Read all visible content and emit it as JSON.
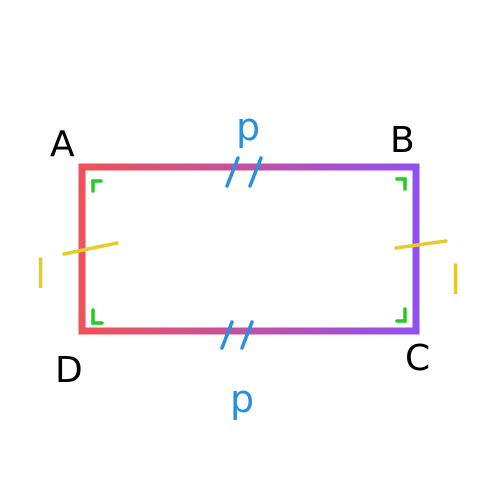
{
  "figure": {
    "vertices": {
      "A": "A",
      "B": "B",
      "C": "C",
      "D": "D"
    },
    "side_labels": {
      "top": "p",
      "bottom": "p",
      "left": "l",
      "right": "l"
    },
    "colors": {
      "gradient_start": "#f05258",
      "gradient_end": "#9150f0",
      "right_angle_marks": "#22cc22",
      "tick_marks_long_sides": "#2b8fe0",
      "tick_marks_short_sides": "#e6cc2a",
      "vertex_labels": "#000000"
    }
  }
}
